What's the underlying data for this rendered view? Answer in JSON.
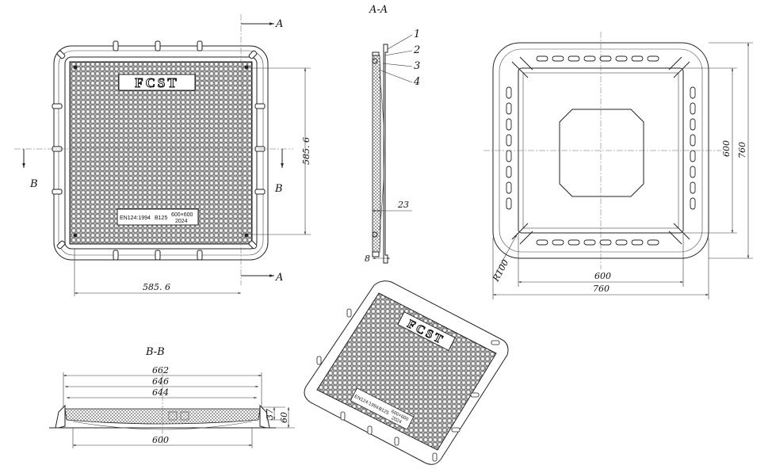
{
  "section_labels": {
    "aa": "A-A",
    "bb": "B-B",
    "a": "A",
    "b": "B"
  },
  "top_view": {
    "brand": "FCST",
    "standard": "EN124:1994",
    "class": "B125",
    "size": "600×600",
    "year": "2024",
    "dim_width": "585. 6",
    "dim_height": "585. 6"
  },
  "section_aa": {
    "callouts": [
      "1",
      "2",
      "3",
      "4"
    ],
    "dim_23": "23",
    "dim_8": "8"
  },
  "frame_view": {
    "dim_inner_w": "600",
    "dim_outer_w": "760",
    "dim_inner_h": "600",
    "dim_outer_h": "760",
    "radius": "R100"
  },
  "section_bb": {
    "dims_top": [
      "662",
      "646",
      "644"
    ],
    "dim_bottom": "600",
    "dim_37": "37",
    "dim_60": "60"
  },
  "colors": {
    "line": "#222222",
    "paper": "#ffffff",
    "hatch": "#444444"
  }
}
